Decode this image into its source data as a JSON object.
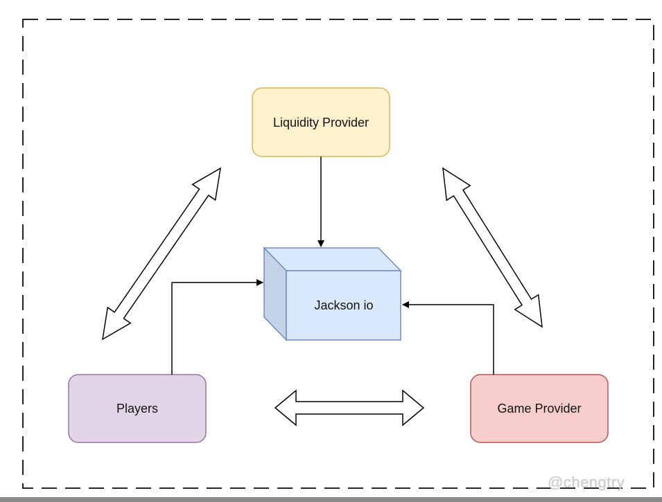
{
  "nodes": {
    "liquidity_provider": {
      "label": "Liquidity Provider",
      "fill": "#fff2cc",
      "stroke": "#d6b656"
    },
    "jackson": {
      "label": "Jackson io",
      "fill": "#dae8fc",
      "stroke": "#6c8ebf",
      "side_fill": "#c5d3e8"
    },
    "players": {
      "label": "Players",
      "fill": "#e1d5e7",
      "stroke": "#9673a6"
    },
    "game_provider": {
      "label": "Game Provider",
      "fill": "#f8cecc",
      "stroke": "#b85450"
    }
  },
  "edges": [
    {
      "from": "liquidity_provider",
      "to": "jackson",
      "style": "single-arrow"
    },
    {
      "from": "players",
      "to": "jackson",
      "style": "single-arrow"
    },
    {
      "from": "game_provider",
      "to": "jackson",
      "style": "single-arrow"
    },
    {
      "from": "players",
      "to": "liquidity_provider",
      "style": "double-block-arrow"
    },
    {
      "from": "liquidity_provider",
      "to": "game_provider",
      "style": "double-block-arrow"
    },
    {
      "from": "players",
      "to": "game_provider",
      "style": "double-block-arrow"
    }
  ],
  "watermark": "@chengtry",
  "colors": {
    "frame": "#222222",
    "arrow": "#000000",
    "bottom_bar": "#8a8a8a"
  }
}
